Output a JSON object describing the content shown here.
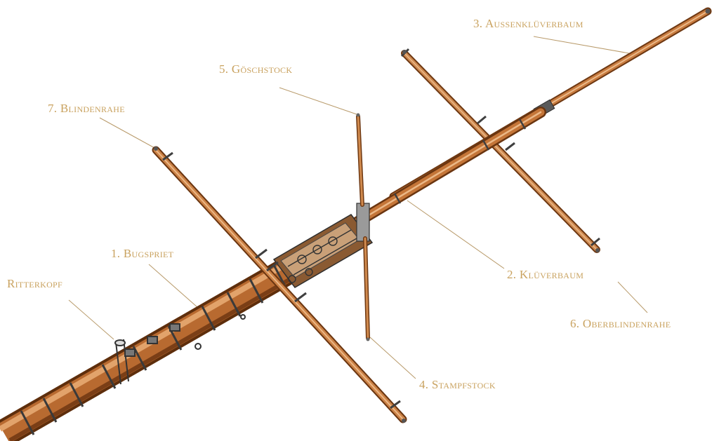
{
  "labels": {
    "ritterkopf": "Ritterkopf",
    "bugspriet": "1. Bugspriet",
    "kluverbaum": "2. Klüverbaum",
    "aussenkluverbaum": "3. Aussenklüverbaum",
    "stampfstock": "4. Stampfstock",
    "goschstock": "5. Göschstock",
    "oberblindenrahe": "6. Oberblindenrahe",
    "blindenrahe": "7. Blindenrahe"
  },
  "colors": {
    "label_text": "#c9a25f",
    "leader_line": "#b89a6a",
    "wood_dark": "#8a4a1c",
    "wood_mid": "#c0713a",
    "wood_light": "#e0a070",
    "iron": "#4a4a4a"
  }
}
